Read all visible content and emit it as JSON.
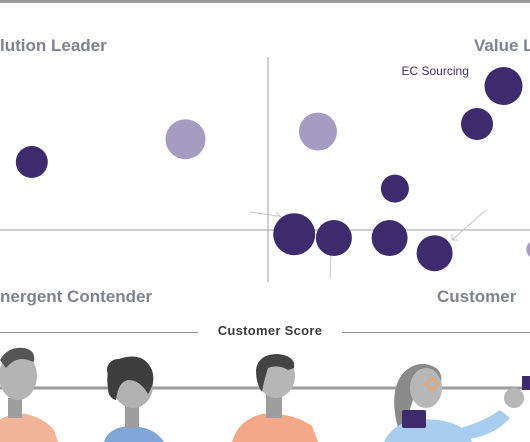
{
  "quadrants": {
    "top_left": "lution Leader",
    "top_right": "Value L",
    "bottom_left": "nergent Contender",
    "bottom_right": "Customer"
  },
  "xaxis_title": "Customer Score",
  "colors": {
    "dark_bubble": "#3d2b6e",
    "light_bubble": "#a69bc0",
    "axis": "#b3b3b3",
    "label": "#7e8390"
  },
  "chart_data": {
    "type": "scatter",
    "title": "",
    "xlabel": "Customer Score",
    "ylabel": "",
    "xlim": [
      0,
      100
    ],
    "ylim": [
      0,
      100
    ],
    "series": [
      {
        "points": [
          {
            "x": 6,
            "y": 60,
            "size": 16,
            "shade": "dark"
          },
          {
            "x": 35,
            "y": 66,
            "size": 20,
            "shade": "light"
          },
          {
            "x": 60,
            "y": 68,
            "size": 19,
            "shade": "light"
          },
          {
            "x": 55.5,
            "y": 41,
            "size": 21,
            "shade": "dark"
          },
          {
            "x": 63,
            "y": 40,
            "size": 18,
            "shade": "dark"
          },
          {
            "x": 73.5,
            "y": 40,
            "size": 18,
            "shade": "dark"
          },
          {
            "x": 74.5,
            "y": 53,
            "size": 14,
            "shade": "dark"
          },
          {
            "x": 82,
            "y": 36,
            "size": 18,
            "shade": "dark"
          },
          {
            "x": 90,
            "y": 70,
            "size": 16,
            "shade": "dark"
          },
          {
            "x": 95,
            "y": 80,
            "size": 19,
            "shade": "dark",
            "label": "EC Sourcing"
          },
          {
            "x": 101,
            "y": 37,
            "size": 9,
            "shade": "light"
          }
        ]
      }
    ]
  }
}
